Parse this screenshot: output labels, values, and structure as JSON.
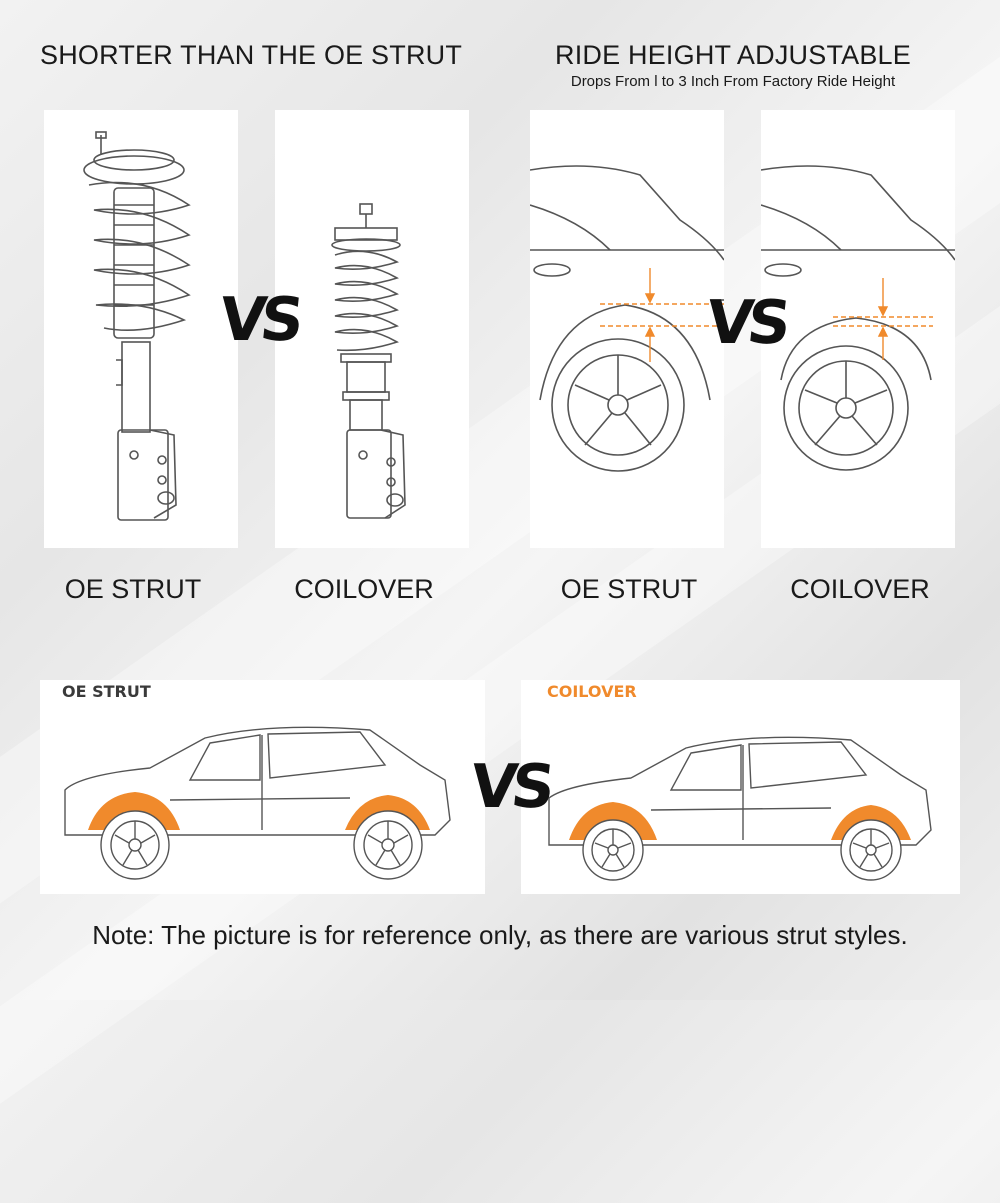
{
  "top_left": {
    "heading": "SHORTER THAN THE OE STRUT",
    "left_label": "OE STRUT",
    "right_label": "COILOVER",
    "vs": "VS"
  },
  "top_right": {
    "heading": "RIDE HEIGHT ADJUSTABLE",
    "subheading": "Drops From l to 3 Inch From Factory Ride Height",
    "left_label": "OE STRUT",
    "right_label": "COILOVER",
    "vs": "VS"
  },
  "bottom": {
    "left_tag": "OE STRUT",
    "right_tag": "COILOVER",
    "vs": "VS"
  },
  "note": "Note: The picture is for reference only, as there are various strut styles.",
  "colors": {
    "accent": "#f08a2c",
    "tag_dark": "#3a3a3a",
    "line": "#555555"
  }
}
